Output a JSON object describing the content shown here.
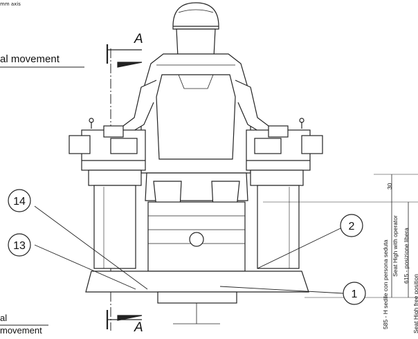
{
  "corner_text": "mm axis",
  "lateral_label_top": "al movement",
  "lateral_label_bottom_1": "al",
  "lateral_label_bottom_2": "movement",
  "section_mark_top": "A",
  "section_mark_bottom": "A",
  "callouts": [
    "14",
    "13",
    "2",
    "1"
  ],
  "dimension_top": "30",
  "dimension_seat_it": "585 - H sedile con persona seduta",
  "dimension_seat_en": "Seat High with operator",
  "dimension_free": "615 - posizione libera",
  "dimension_cut": "Seat High free position"
}
